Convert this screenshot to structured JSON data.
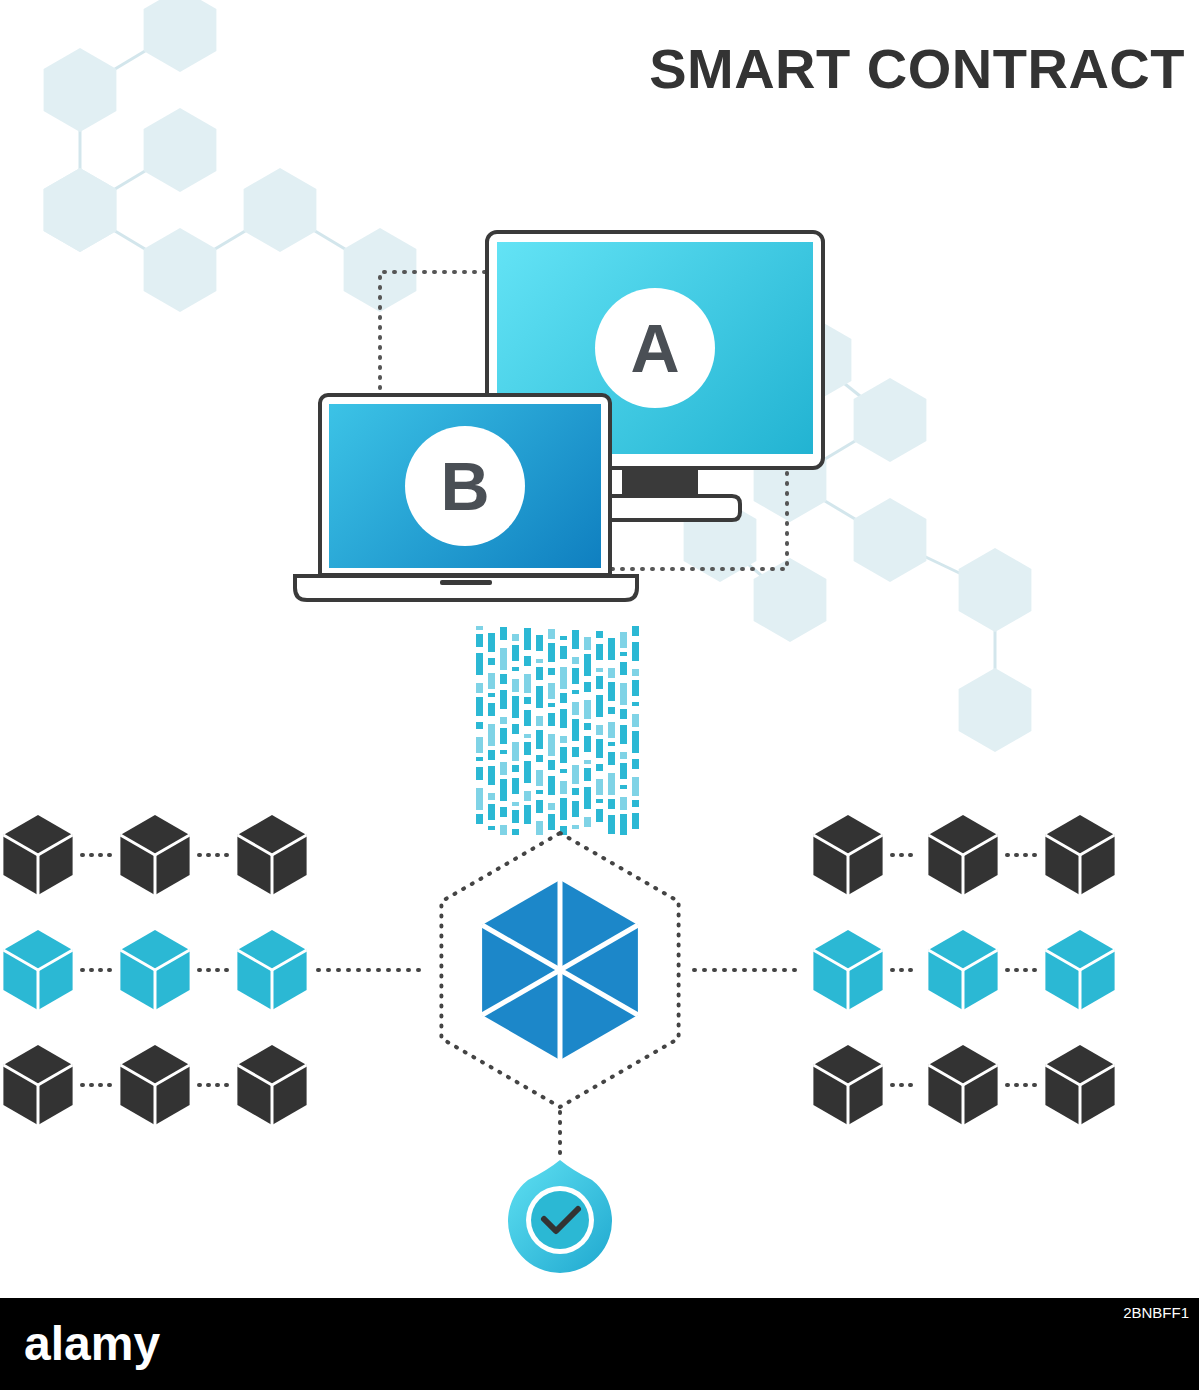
{
  "diagram": {
    "title": "SMART CONTRACT",
    "nodes": [
      {
        "text": [
          "A"
        ]
      },
      {
        "text": [
          "B"
        ]
      }
    ],
    "edges": [
      {
        "from": 0,
        "to": 1,
        "arrow": "none"
      },
      {
        "from": 1,
        "to": 0,
        "arrow": "none"
      }
    ],
    "labels": [
      "alamy",
      "2BNBFF1"
    ]
  }
}
